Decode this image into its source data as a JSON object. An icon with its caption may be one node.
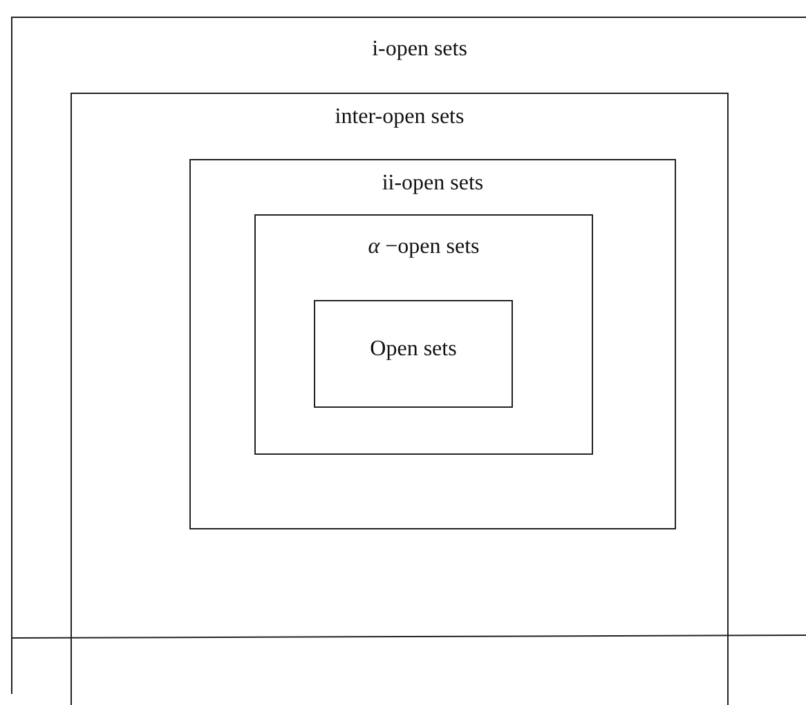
{
  "diagram": {
    "nodes": [
      {
        "text": [
          "i-open sets"
        ]
      },
      {
        "text": [
          "inter-open sets"
        ],
        "in": 0
      },
      {
        "text": [
          "ii-open sets"
        ],
        "in": 1
      },
      {
        "text": [
          "*α* −open sets"
        ],
        "in": 2
      },
      {
        "text": [
          "Open sets"
        ],
        "in": 3
      }
    ]
  }
}
